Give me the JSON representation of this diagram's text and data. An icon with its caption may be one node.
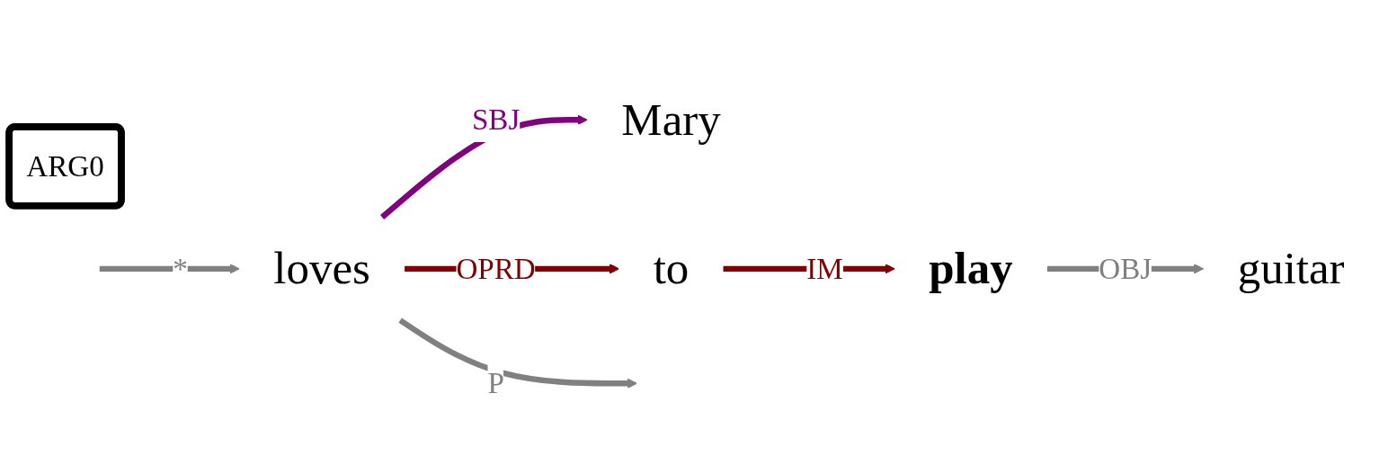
{
  "diagram": {
    "nodes": [
      {
        "text": [
          "Mary"
        ]
      },
      {
        "text": [
          "loves"
        ]
      },
      {
        "text": [
          "to"
        ]
      },
      {
        "text": [
          "play"
        ]
      },
      {
        "text": [
          "guitar"
        ]
      },
      {
        "text": [
          "ARG0"
        ]
      }
    ],
    "edges": [
      {
        "from": 1,
        "to": 0,
        "arrow": "to",
        "label": "SBJ",
        "color": "#800080"
      },
      {
        "from": null,
        "to": 1,
        "arrow": "to",
        "label": "*"
      },
      {
        "from": 1,
        "to": null,
        "arrow": "to",
        "label": "P"
      },
      {
        "from": 1,
        "to": 2,
        "arrow": "to",
        "label": "OPRD",
        "color": "#800000"
      },
      {
        "from": 2,
        "to": 3,
        "arrow": "to",
        "label": "IM",
        "color": "#800000"
      },
      {
        "from": 3,
        "to": 4,
        "arrow": "to",
        "label": "OBJ"
      }
    ]
  }
}
